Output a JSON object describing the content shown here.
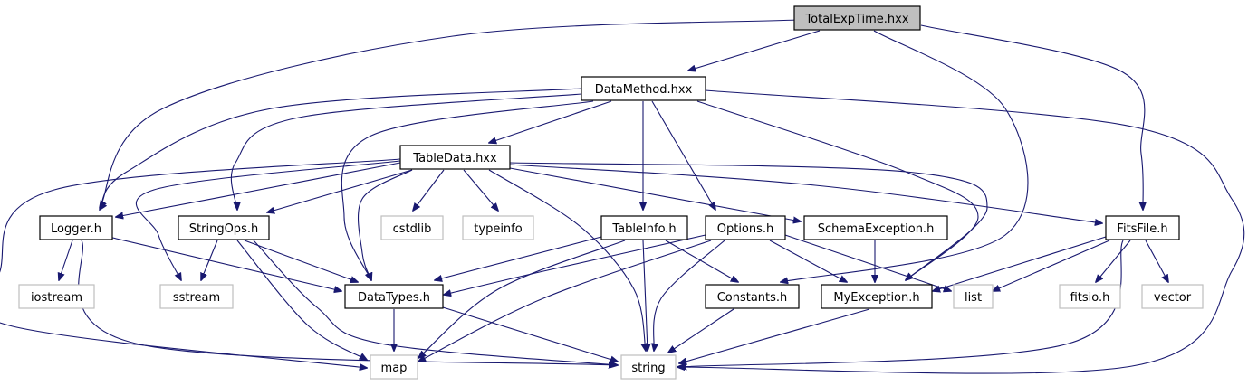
{
  "diagram": {
    "nodes": [
      {
        "id": "TotalExpTime",
        "label": "TotalExpTime.hxx",
        "kind": "root"
      },
      {
        "id": "DataMethod",
        "label": "DataMethod.hxx",
        "kind": "internal"
      },
      {
        "id": "TableData",
        "label": "TableData.hxx",
        "kind": "internal"
      },
      {
        "id": "Logger",
        "label": "Logger.h",
        "kind": "internal"
      },
      {
        "id": "StringOps",
        "label": "StringOps.h",
        "kind": "internal"
      },
      {
        "id": "cstdlib",
        "label": "cstdlib",
        "kind": "external"
      },
      {
        "id": "typeinfo",
        "label": "typeinfo",
        "kind": "external"
      },
      {
        "id": "TableInfo",
        "label": "TableInfo.h",
        "kind": "internal"
      },
      {
        "id": "Options",
        "label": "Options.h",
        "kind": "internal"
      },
      {
        "id": "SchemaException",
        "label": "SchemaException.h",
        "kind": "internal"
      },
      {
        "id": "FitsFile",
        "label": "FitsFile.h",
        "kind": "internal"
      },
      {
        "id": "iostream",
        "label": "iostream",
        "kind": "external"
      },
      {
        "id": "sstream",
        "label": "sstream",
        "kind": "external"
      },
      {
        "id": "DataTypes",
        "label": "DataTypes.h",
        "kind": "internal"
      },
      {
        "id": "Constants",
        "label": "Constants.h",
        "kind": "internal"
      },
      {
        "id": "MyException",
        "label": "MyException.h",
        "kind": "internal"
      },
      {
        "id": "list",
        "label": "list",
        "kind": "external"
      },
      {
        "id": "fitsio",
        "label": "fitsio.h",
        "kind": "external"
      },
      {
        "id": "vector",
        "label": "vector",
        "kind": "external"
      },
      {
        "id": "map",
        "label": "map",
        "kind": "external"
      },
      {
        "id": "string",
        "label": "string",
        "kind": "external"
      }
    ],
    "edges": [
      [
        "TotalExpTime",
        "DataMethod"
      ],
      [
        "TotalExpTime",
        "Logger"
      ],
      [
        "TotalExpTime",
        "Constants"
      ],
      [
        "TotalExpTime",
        "FitsFile"
      ],
      [
        "DataMethod",
        "TableData"
      ],
      [
        "DataMethod",
        "Logger"
      ],
      [
        "DataMethod",
        "StringOps"
      ],
      [
        "DataMethod",
        "DataTypes"
      ],
      [
        "DataMethod",
        "TableInfo"
      ],
      [
        "DataMethod",
        "Options"
      ],
      [
        "DataMethod",
        "MyException"
      ],
      [
        "DataMethod",
        "string"
      ],
      [
        "TableData",
        "Logger"
      ],
      [
        "TableData",
        "StringOps"
      ],
      [
        "TableData",
        "sstream"
      ],
      [
        "TableData",
        "DataTypes"
      ],
      [
        "TableData",
        "cstdlib"
      ],
      [
        "TableData",
        "typeinfo"
      ],
      [
        "TableData",
        "string"
      ],
      [
        "TableData",
        "SchemaException"
      ],
      [
        "TableData",
        "FitsFile"
      ],
      [
        "TableData",
        "MyException"
      ],
      [
        "TableData",
        "map"
      ],
      [
        "Logger",
        "iostream"
      ],
      [
        "Logger",
        "DataTypes"
      ],
      [
        "Logger",
        "string"
      ],
      [
        "StringOps",
        "sstream"
      ],
      [
        "StringOps",
        "DataTypes"
      ],
      [
        "StringOps",
        "map"
      ],
      [
        "StringOps",
        "string"
      ],
      [
        "TableInfo",
        "DataTypes"
      ],
      [
        "TableInfo",
        "Constants"
      ],
      [
        "TableInfo",
        "string"
      ],
      [
        "TableInfo",
        "map"
      ],
      [
        "Options",
        "DataTypes"
      ],
      [
        "Options",
        "MyException"
      ],
      [
        "Options",
        "list"
      ],
      [
        "Options",
        "string"
      ],
      [
        "Options",
        "map"
      ],
      [
        "SchemaException",
        "MyException"
      ],
      [
        "FitsFile",
        "MyException"
      ],
      [
        "FitsFile",
        "list"
      ],
      [
        "FitsFile",
        "fitsio"
      ],
      [
        "FitsFile",
        "vector"
      ],
      [
        "FitsFile",
        "string"
      ],
      [
        "DataTypes",
        "map"
      ],
      [
        "DataTypes",
        "string"
      ],
      [
        "Constants",
        "string"
      ],
      [
        "MyException",
        "string"
      ]
    ],
    "colors": {
      "root_fill": "#bfbfbf",
      "internal_fill": "#ffffff",
      "internal_stroke": "#000000",
      "external_stroke": "#bfbfbf",
      "edge": "#191970"
    }
  }
}
